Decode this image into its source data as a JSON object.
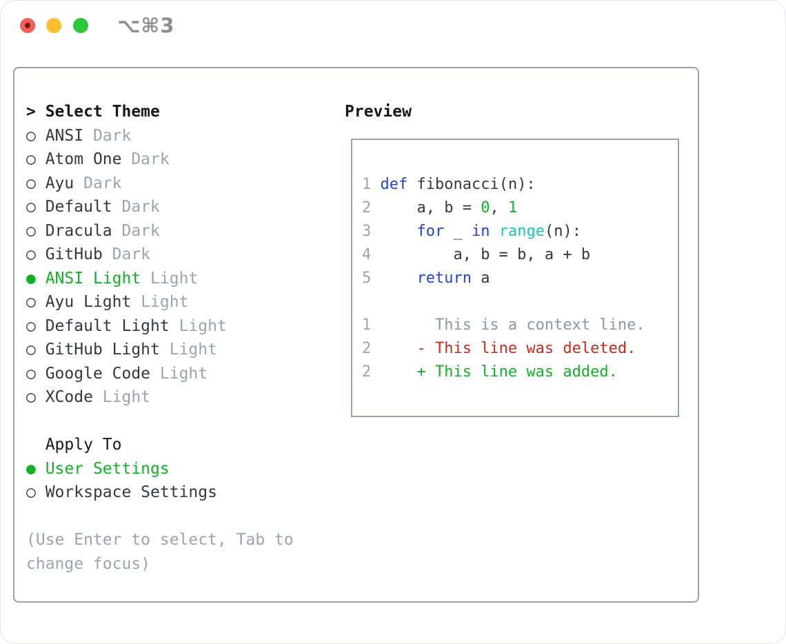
{
  "window": {
    "title_shortcut": "⌥⌘3"
  },
  "theme_panel": {
    "heading_prefix": ">",
    "heading": "Select Theme",
    "icons": {
      "selected": "●",
      "unselected": "○"
    },
    "themes": [
      {
        "name": "ANSI",
        "variant": "Dark",
        "selected": false
      },
      {
        "name": "Atom One",
        "variant": "Dark",
        "selected": false
      },
      {
        "name": "Ayu",
        "variant": "Dark",
        "selected": false
      },
      {
        "name": "Default",
        "variant": "Dark",
        "selected": false
      },
      {
        "name": "Dracula",
        "variant": "Dark",
        "selected": false
      },
      {
        "name": "GitHub",
        "variant": "Dark",
        "selected": false
      },
      {
        "name": "ANSI Light",
        "variant": "Light",
        "selected": true
      },
      {
        "name": "Ayu Light",
        "variant": "Light",
        "selected": false
      },
      {
        "name": "Default Light",
        "variant": "Light",
        "selected": false
      },
      {
        "name": "GitHub Light",
        "variant": "Light",
        "selected": false
      },
      {
        "name": "Google Code",
        "variant": "Light",
        "selected": false
      },
      {
        "name": "XCode",
        "variant": "Light",
        "selected": false
      }
    ],
    "apply_heading": "Apply To",
    "apply_options": [
      {
        "name": "User Settings",
        "selected": true
      },
      {
        "name": "Workspace Settings",
        "selected": false
      }
    ],
    "hint_lines": [
      "(Use Enter to select, Tab to",
      "change focus)"
    ]
  },
  "preview_panel": {
    "heading": "Preview",
    "code_lines": [
      [
        {
          "c": "ln",
          "t": "1 "
        },
        {
          "c": "kw",
          "t": "def"
        },
        {
          "c": "fg",
          "t": " fibonacci(n):"
        }
      ],
      [
        {
          "c": "ln",
          "t": "2 "
        },
        {
          "c": "fg",
          "t": "    a, b = "
        },
        {
          "c": "num",
          "t": "0"
        },
        {
          "c": "fg",
          "t": ", "
        },
        {
          "c": "num",
          "t": "1"
        }
      ],
      [
        {
          "c": "ln",
          "t": "3 "
        },
        {
          "c": "fg",
          "t": "    "
        },
        {
          "c": "kw",
          "t": "for"
        },
        {
          "c": "fg",
          "t": " _ "
        },
        {
          "c": "kw",
          "t": "in"
        },
        {
          "c": "fg",
          "t": " "
        },
        {
          "c": "fn",
          "t": "range"
        },
        {
          "c": "fg",
          "t": "(n):"
        }
      ],
      [
        {
          "c": "ln",
          "t": "4 "
        },
        {
          "c": "fg",
          "t": "        a, b = b, a + b"
        }
      ],
      [
        {
          "c": "ln",
          "t": "5 "
        },
        {
          "c": "fg",
          "t": "    "
        },
        {
          "c": "kw",
          "t": "return"
        },
        {
          "c": "fg",
          "t": " a"
        }
      ],
      [],
      [
        {
          "c": "ln",
          "t": "1"
        },
        {
          "c": "ctx",
          "t": "       This is a context line."
        }
      ],
      [
        {
          "c": "ln",
          "t": "2"
        },
        {
          "c": "del",
          "t": "     - This line was deleted."
        }
      ],
      [
        {
          "c": "ln",
          "t": "2"
        },
        {
          "c": "add",
          "t": "     + This line was added."
        }
      ]
    ]
  },
  "colors": {
    "border": "#99a3ae",
    "fg": "#33393f",
    "heading": "#16181b",
    "muted": "#9aa4b1",
    "ctx": "#8d96a1",
    "green": "#10b224",
    "red": "#c52d1b",
    "blue": "#2343cd",
    "cyan": "#17c2c4",
    "title_gray": "#8e8e8e",
    "tl_red": "#f2605a",
    "tl_red_dot": "#7a1a15",
    "tl_yellow": "#fcbd2f",
    "tl_green": "#2ec53b"
  }
}
